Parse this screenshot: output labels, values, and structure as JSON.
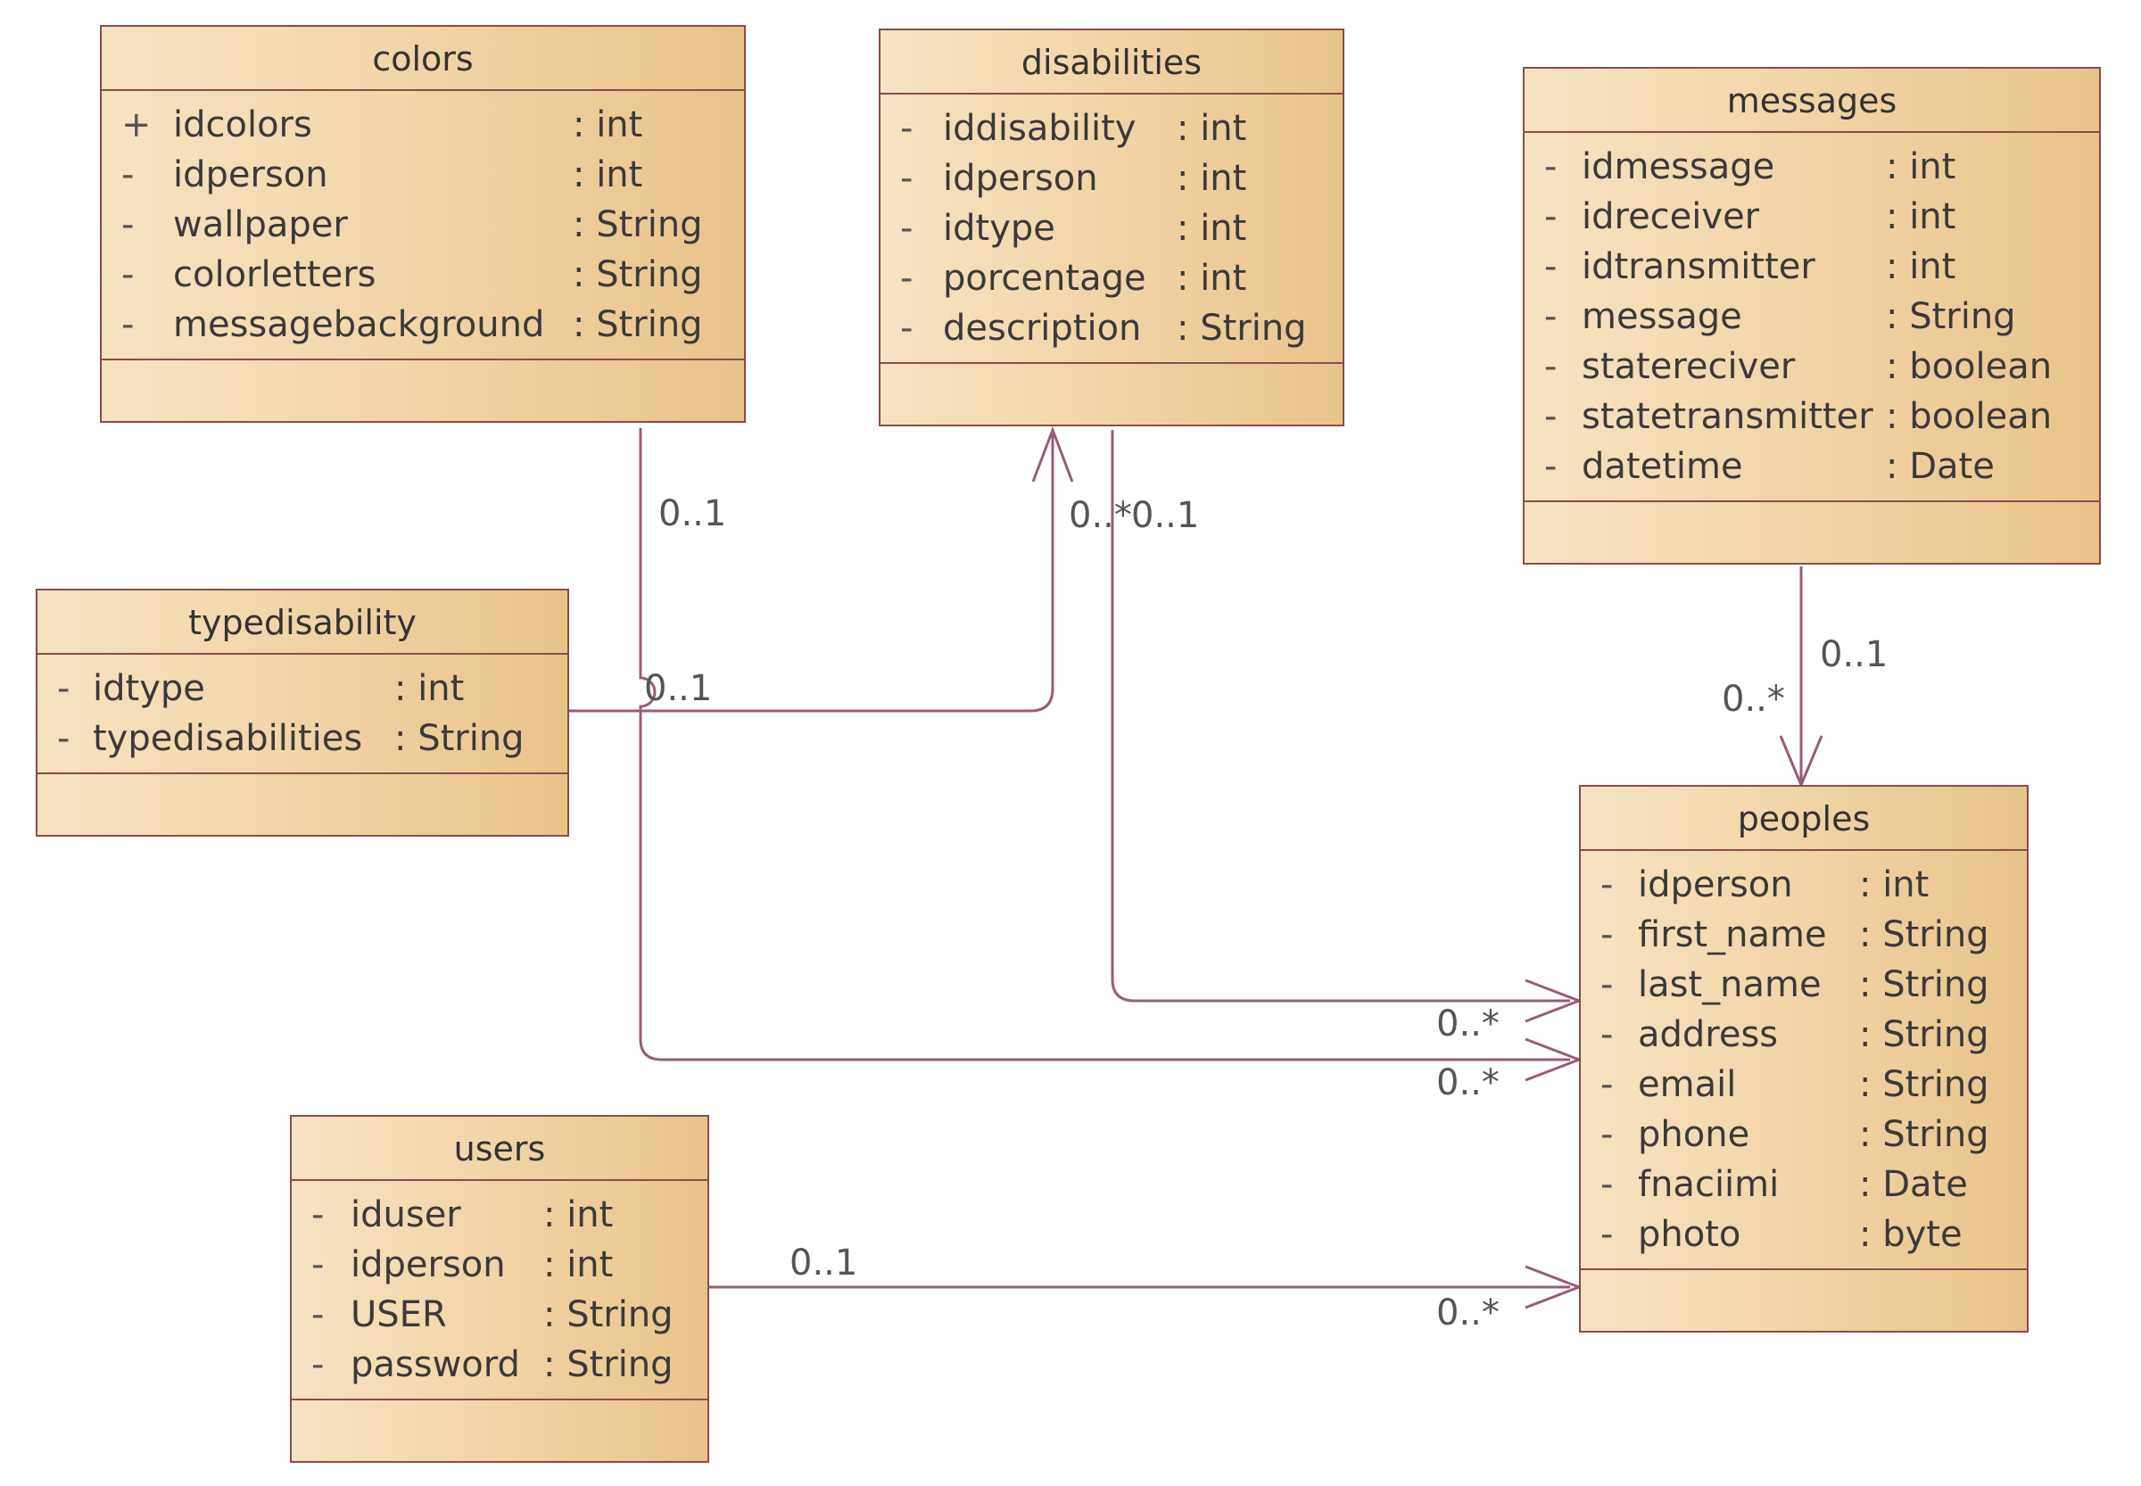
{
  "colors": {
    "class_border": "#8a4b4b",
    "class_fill_light": "#f6e3c2",
    "class_fill_dark": "#e8c48a",
    "association_line": "#9a5a7a"
  },
  "classes": {
    "colors": {
      "name": "colors",
      "attributes": [
        {
          "visibility": "+",
          "name": "idcolors",
          "type": ": int"
        },
        {
          "visibility": "-",
          "name": "idperson",
          "type": ": int"
        },
        {
          "visibility": "-",
          "name": "wallpaper",
          "type": ": String"
        },
        {
          "visibility": "-",
          "name": "colorletters",
          "type": ": String"
        },
        {
          "visibility": "-",
          "name": "messagebackground",
          "type": ": String"
        }
      ]
    },
    "disabilities": {
      "name": "disabilities",
      "attributes": [
        {
          "visibility": "-",
          "name": "iddisability",
          "type": ": int"
        },
        {
          "visibility": "-",
          "name": "idperson",
          "type": ": int"
        },
        {
          "visibility": "-",
          "name": "idtype",
          "type": ": int"
        },
        {
          "visibility": "-",
          "name": "porcentage",
          "type": ": int"
        },
        {
          "visibility": "-",
          "name": "description",
          "type": ": String"
        }
      ]
    },
    "messages": {
      "name": "messages",
      "attributes": [
        {
          "visibility": "-",
          "name": "idmessage",
          "type": ": int"
        },
        {
          "visibility": "-",
          "name": "idreceiver",
          "type": ": int"
        },
        {
          "visibility": "-",
          "name": "idtransmitter",
          "type": ": int"
        },
        {
          "visibility": "-",
          "name": "message",
          "type": ": String"
        },
        {
          "visibility": "-",
          "name": "statereciver",
          "type": ": boolean"
        },
        {
          "visibility": "-",
          "name": "statetransmitter",
          "type": ": boolean"
        },
        {
          "visibility": "-",
          "name": "datetime",
          "type": ": Date"
        }
      ]
    },
    "typedisability": {
      "name": "typedisability",
      "attributes": [
        {
          "visibility": "-",
          "name": "idtype",
          "type": ": int"
        },
        {
          "visibility": "-",
          "name": "typedisabilities",
          "type": ": String"
        }
      ]
    },
    "peoples": {
      "name": "peoples",
      "attributes": [
        {
          "visibility": "-",
          "name": "idperson",
          "type": ": int"
        },
        {
          "visibility": "-",
          "name": "first_name",
          "type": ": String"
        },
        {
          "visibility": "-",
          "name": "last_name",
          "type": ": String"
        },
        {
          "visibility": "-",
          "name": "address",
          "type": ": String"
        },
        {
          "visibility": "-",
          "name": "email",
          "type": ": String"
        },
        {
          "visibility": "-",
          "name": "phone",
          "type": ": String"
        },
        {
          "visibility": "-",
          "name": "fnaciimi",
          "type": ": Date"
        },
        {
          "visibility": "-",
          "name": "photo",
          "type": ": byte"
        }
      ]
    },
    "users": {
      "name": "users",
      "attributes": [
        {
          "visibility": "-",
          "name": "iduser",
          "type": ": int"
        },
        {
          "visibility": "-",
          "name": "idperson",
          "type": ": int"
        },
        {
          "visibility": "-",
          "name": "USER",
          "type": ": String"
        },
        {
          "visibility": "-",
          "name": "password",
          "type": ": String"
        }
      ]
    }
  },
  "associations": [
    {
      "from": "colors",
      "to": "peoples",
      "source_multiplicity": "0..1",
      "target_multiplicity": "0..*"
    },
    {
      "from": "typedisability",
      "to": "disabilities",
      "source_multiplicity": "0..1",
      "target_multiplicity": "0..*"
    },
    {
      "from": "disabilities",
      "to": "peoples",
      "source_multiplicity": "0..1",
      "target_multiplicity": "0..*"
    },
    {
      "from": "messages",
      "to": "peoples",
      "source_multiplicity": "0..1",
      "target_multiplicity": "0..*"
    },
    {
      "from": "users",
      "to": "peoples",
      "source_multiplicity": "0..1",
      "target_multiplicity": "0..*"
    }
  ]
}
